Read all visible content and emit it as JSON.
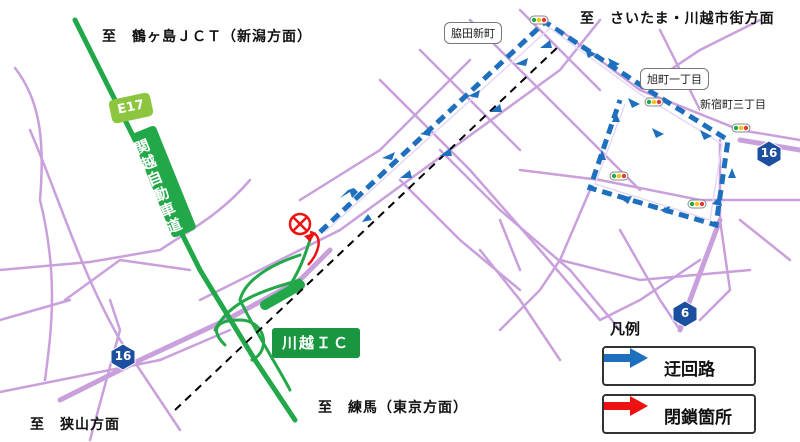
{
  "destinations": {
    "north": "至　鶴ヶ島ＪＣＴ（新潟方面）",
    "northeast": "至　さいたま・川越市街方面",
    "south": "至　練馬（東京方面）",
    "southwest": "至　狭山方面"
  },
  "intersections": {
    "wakita": "脇田新町",
    "asahi": "旭町一丁目",
    "shinjuku": "新宿町三丁目"
  },
  "routes": {
    "expressway_code": "E17",
    "expressway_name": "関越自動車道",
    "interchange": "川越ＩＣ",
    "national_16": "16",
    "national_6": "6"
  },
  "legend": {
    "title": "凡例",
    "detour": "迂回路",
    "closed": "閉鎖箇所"
  },
  "colors": {
    "road": "#c9a0dc",
    "expressway": "#22a849",
    "detour": "#1f6fbf",
    "closed": "#ee1111",
    "route_shield": "#1c4fa0"
  }
}
